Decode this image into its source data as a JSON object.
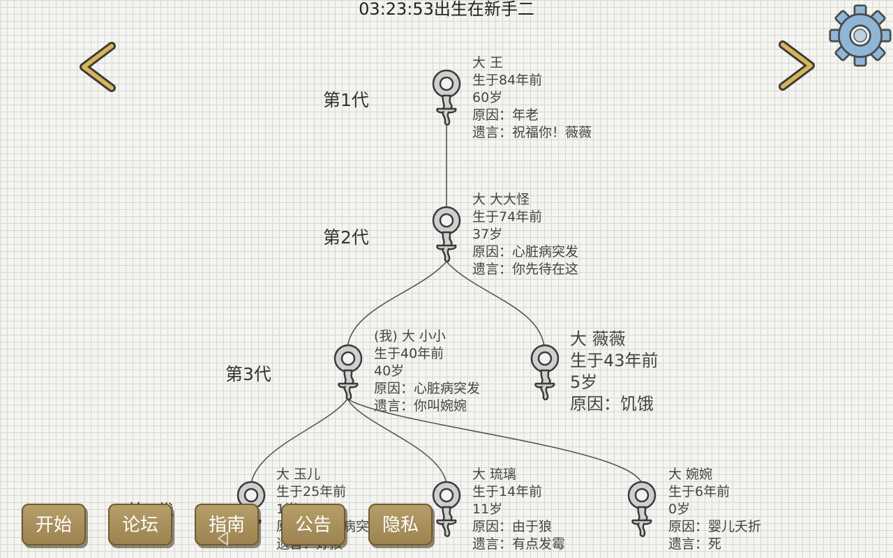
{
  "title": "03:23:53出生在新手二",
  "generations": [
    {
      "label": "第1代"
    },
    {
      "label": "第2代"
    },
    {
      "label": "第3代"
    },
    {
      "label": "第4代"
    }
  ],
  "members": [
    {
      "lines": [
        "大 王",
        "生于84年前",
        "60岁",
        "原因：年老",
        "遗言：祝福你！薇薇"
      ]
    },
    {
      "lines": [
        "大 大大怪",
        "生于74年前",
        "37岁",
        "原因：心脏病突发",
        "遗言：你先待在这"
      ]
    },
    {
      "lines": [
        "(我) 大 小小",
        "生于40年前",
        "40岁",
        "原因：心脏病突发",
        "遗言：你叫婉婉"
      ]
    },
    {
      "lines": [
        "大 薇薇",
        "生于43年前",
        "5岁",
        "原因：饥饿"
      ]
    },
    {
      "lines": [
        "大 玉儿",
        "生于25年前",
        "1岁",
        "原因：心脏病突发",
        "遗言：好孩"
      ]
    },
    {
      "lines": [
        "大 琉璃",
        "生于14年前",
        "11岁",
        "原因：由于狼",
        "遗言：有点发霉"
      ]
    },
    {
      "lines": [
        "大 婉婉",
        "生于6年前",
        "0岁",
        "原因：婴儿夭折",
        "遗言：死"
      ]
    }
  ],
  "buttons": [
    {
      "label": "开始"
    },
    {
      "label": "论坛"
    },
    {
      "label": "指南"
    },
    {
      "label": "公告"
    },
    {
      "label": "隐私"
    }
  ],
  "icons": {
    "prev": "chevron-left-icon",
    "next": "chevron-right-icon",
    "settings": "gear-icon",
    "female": "female-symbol-icon",
    "back": "back-triangle-icon"
  },
  "colors": {
    "button_fill": "#a68d58",
    "arrow": "#d8b45a",
    "gear": "#8fb6d6"
  }
}
